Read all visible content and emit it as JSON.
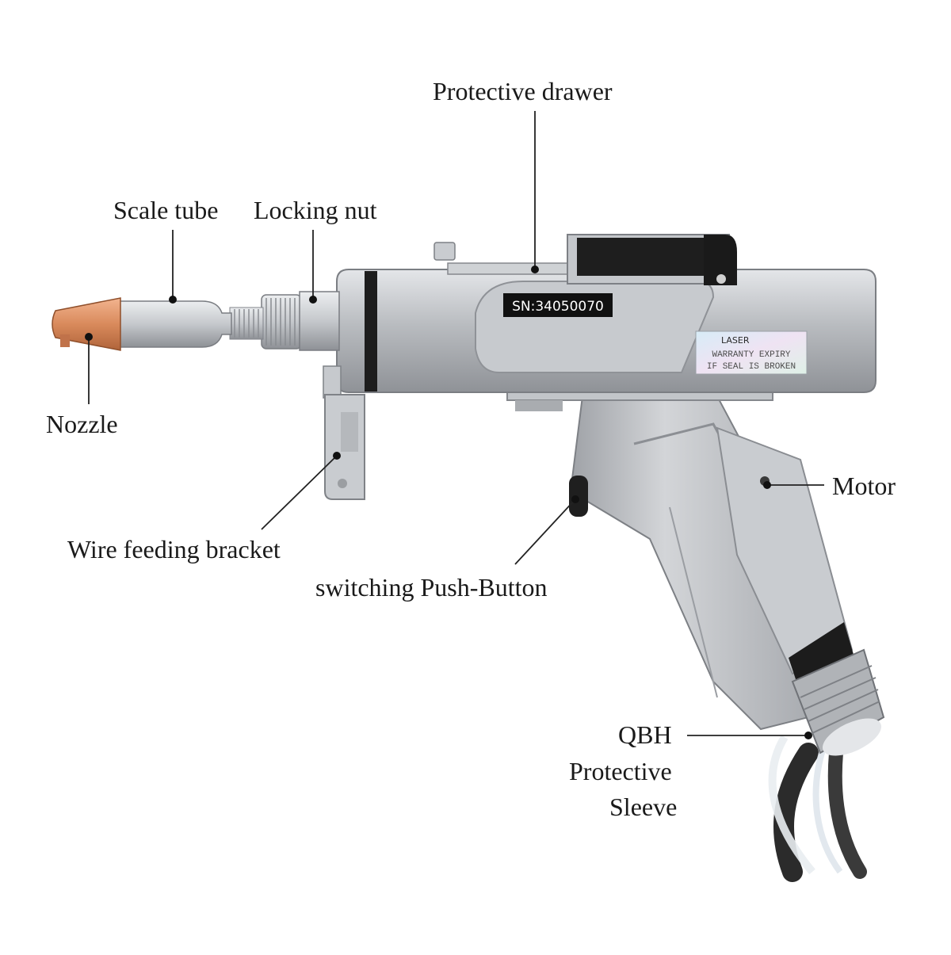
{
  "labels": {
    "protective_drawer": "Protective drawer",
    "scale_tube": "Scale tube",
    "locking_nut": "Locking nut",
    "nozzle": "Nozzle",
    "motor": "Motor",
    "wire_feeding_bracket": "Wire feeding bracket",
    "switching_push_button": "switching Push-Button",
    "qbh": "QBH",
    "protective_sleeve_line1": "Protective",
    "protective_sleeve_line2": "Sleeve"
  },
  "device": {
    "serial": "SN:34050070",
    "brand": "LASER",
    "seal_line1": "WARRANTY EXPIRY",
    "seal_line2": "IF SEAL IS BROKEN"
  },
  "colors": {
    "body": "#b9bcc0",
    "body_dark": "#8d9095",
    "copper": "#d98a5c",
    "black": "#1b1b1b"
  }
}
